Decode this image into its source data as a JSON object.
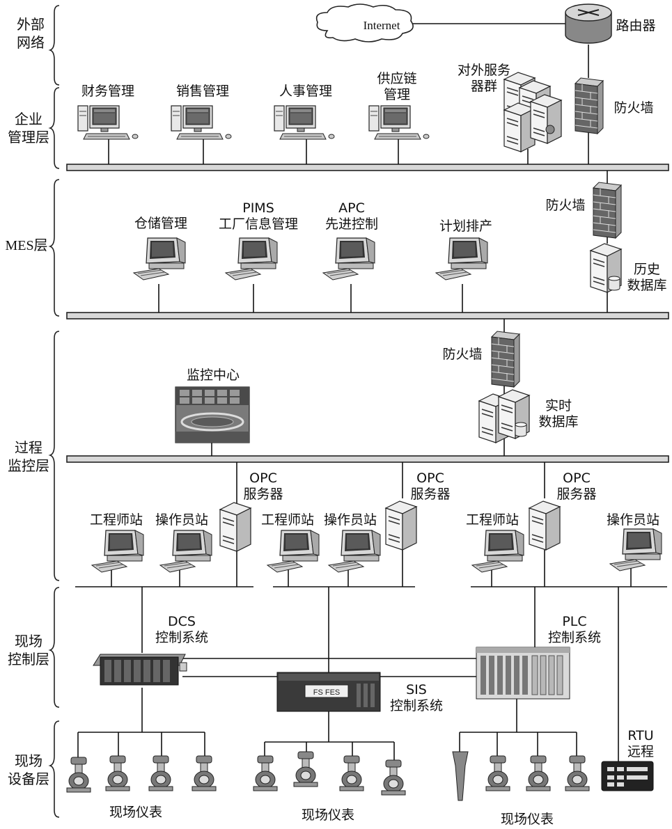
{
  "layers": {
    "external": "外部\n网络",
    "enterprise": "企业\n管理层",
    "mes": "MES层",
    "process": "过程\n监控层",
    "field_control": "现场\n控制层",
    "field_device": "现场\n设备层"
  },
  "external": {
    "internet": "Internet",
    "router": "路由器"
  },
  "enterprise": {
    "finance": "财务管理",
    "sales": "销售管理",
    "hr": "人事管理",
    "supply_chain": "供应链\n管理",
    "external_servers": "对外服务\n器群",
    "firewall": "防火墙"
  },
  "mes": {
    "storage": "仓储管理",
    "pims": "PIMS\n工厂信息管理",
    "apc": "APC\n先进控制",
    "scheduling": "计划排产",
    "firewall": "防火墙",
    "history_db": "历史\n数据库"
  },
  "process": {
    "firewall": "防火墙",
    "monitor_center": "监控中心",
    "realtime_db": "实时\n数据库",
    "opc1": "OPC\n服务器",
    "opc2": "OPC\n服务器",
    "opc3": "OPC\n服务器",
    "eng1": "工程师站",
    "op1": "操作员站",
    "eng2": "工程师站",
    "op2": "操作员站",
    "eng3": "工程师站",
    "op3": "操作员站"
  },
  "field_control": {
    "dcs": "DCS\n控制系统",
    "plc": "PLC\n控制系统",
    "sis": "SIS\n控制系统",
    "sis_panel": "FS FES"
  },
  "field_device": {
    "rtu": "RTU\n远程",
    "instr1": "现场仪表",
    "instr2": "现场仪表",
    "instr3": "现场仪表"
  },
  "icons": [
    "cloud-icon",
    "router-icon",
    "firewall-icon",
    "pc-icon",
    "server-icon",
    "database-icon",
    "control-room-image",
    "dcs-rack-icon",
    "plc-rack-icon",
    "sis-cabinet-icon",
    "rtu-icon",
    "instrument-icon"
  ]
}
